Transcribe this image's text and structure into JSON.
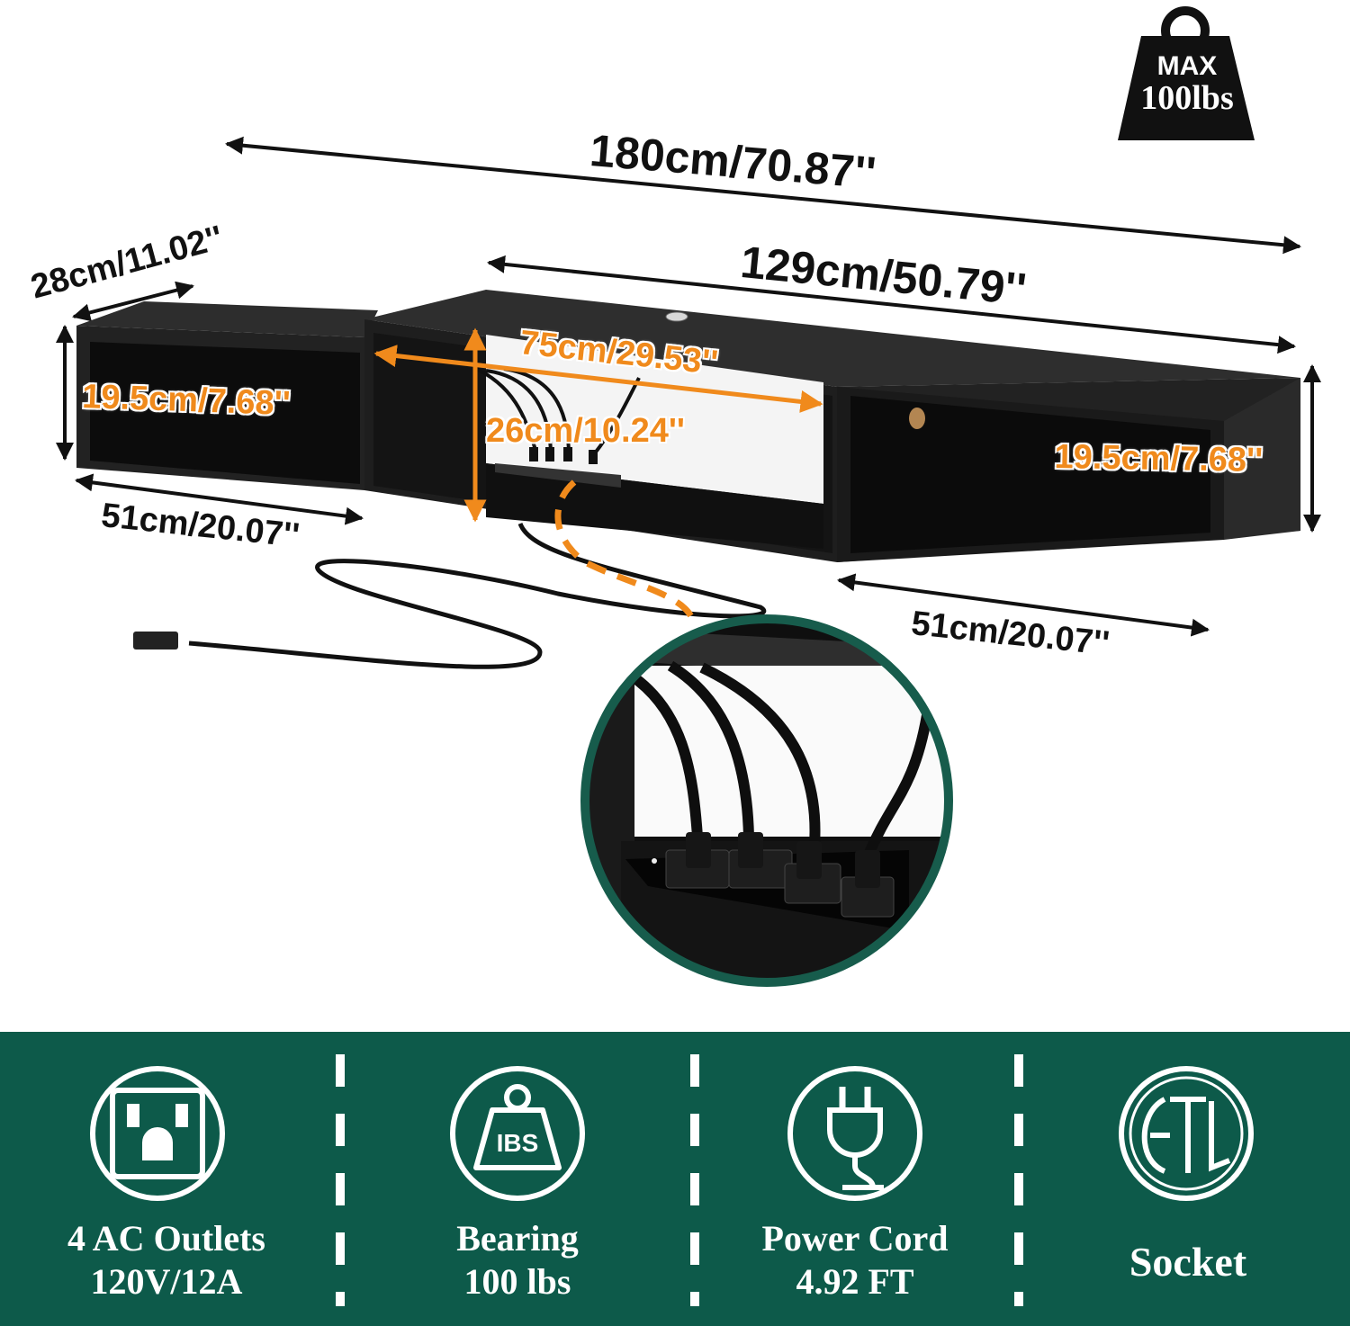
{
  "weight_badge": {
    "max_label": "MAX",
    "value": "100lbs"
  },
  "dimensions": {
    "total_length": "180cm/70.87''",
    "middle_length": "129cm/50.79''",
    "depth": "28cm/11.02''",
    "left_height": "19.5cm/7.68''",
    "right_height": "19.5cm/7.68''",
    "open_width": "75cm/29.53''",
    "open_height": "26cm/10.24''",
    "left_length": "51cm/20.07''",
    "right_length": "51cm/20.07''"
  },
  "features": [
    {
      "icon": "ac-outlet-icon",
      "line1": "4 AC Outlets",
      "line2": "120V/12A"
    },
    {
      "icon": "weight-ibs-icon",
      "icon_text": "IBS",
      "line1": "Bearing",
      "line2": "100 lbs"
    },
    {
      "icon": "power-plug-icon",
      "line1": "Power Cord",
      "line2": "4.92 FT"
    },
    {
      "icon": "etl-icon",
      "line1": "Socket"
    }
  ],
  "colors": {
    "banner": "#0d5a4a",
    "accent_orange": "#f08a1c",
    "shelf": "#1a1a1a",
    "zoom_ring": "#175c4c"
  }
}
